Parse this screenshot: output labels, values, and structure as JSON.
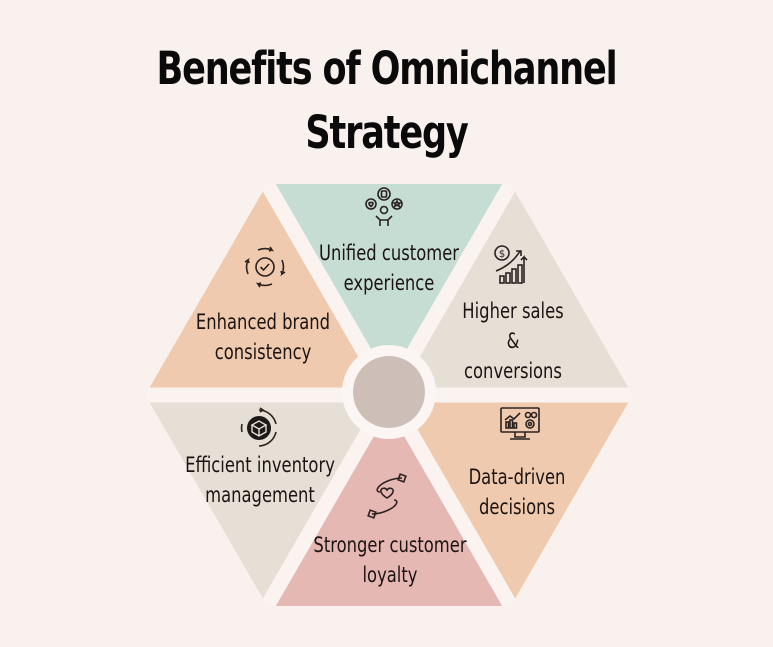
{
  "title": {
    "line1": "Benefits of Omnichannel",
    "line2": "Strategy"
  },
  "colors": {
    "background": "#f9f1ee",
    "separator": "#faf3f0",
    "center_fill": "#cdbeb8",
    "center_ring": "#fbf5f3",
    "text": "#1c1412"
  },
  "segments": [
    {
      "id": "unified-customer-experience",
      "lines": [
        "Unified customer",
        "experience"
      ],
      "icon": "customer-feedback-icon",
      "color": "#c6ddd3",
      "position": "top"
    },
    {
      "id": "higher-sales-conversions",
      "lines": [
        "Higher sales",
        "&",
        "conversions"
      ],
      "icon": "sales-growth-icon",
      "color": "#e6dfd6",
      "position": "upper-right"
    },
    {
      "id": "data-driven-decisions",
      "lines": [
        "Data-driven",
        "decisions"
      ],
      "icon": "analytics-monitor-icon",
      "color": "#efcaae",
      "position": "lower-right"
    },
    {
      "id": "stronger-customer-loyalty",
      "lines": [
        "Stronger customer",
        "loyalty"
      ],
      "icon": "hands-heart-icon",
      "color": "#e6b8b3",
      "position": "bottom"
    },
    {
      "id": "efficient-inventory-management",
      "lines": [
        "Efficient inventory",
        "management"
      ],
      "icon": "box-cycle-icon",
      "color": "#e6dfd6",
      "position": "lower-left"
    },
    {
      "id": "enhanced-brand-consistency",
      "lines": [
        "Enhanced brand",
        "consistency"
      ],
      "icon": "cycle-check-icon",
      "color": "#efcaae",
      "position": "upper-left"
    }
  ]
}
